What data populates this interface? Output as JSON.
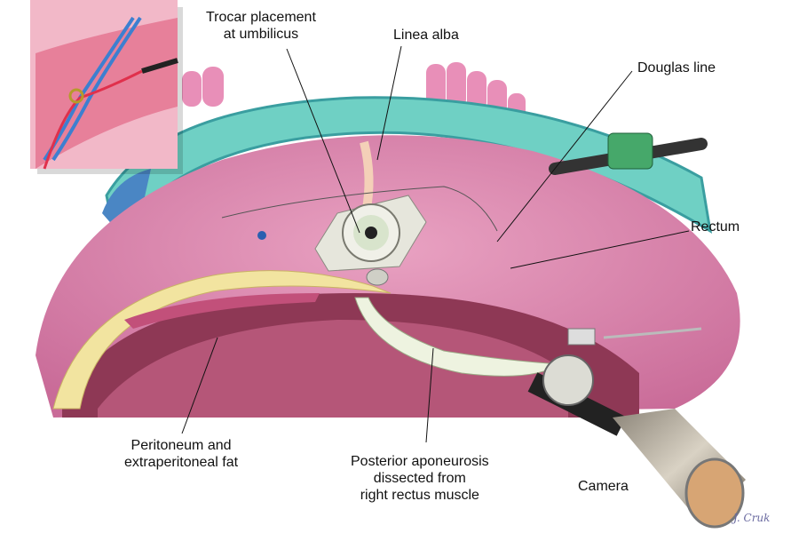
{
  "labels": {
    "trocar": [
      "Trocar placement",
      "at umbilicus"
    ],
    "linea_alba": "Linea alba",
    "douglas_line": "Douglas line",
    "rectum": "Rectum",
    "peritoneum": [
      "Peritoneum and",
      "extraperitoneal fat"
    ],
    "posterior_aponeurosis": [
      "Posterior aponeurosis",
      "dissected from",
      "right rectus muscle"
    ],
    "camera": "Camera"
  },
  "signature": "J. Cruk"
}
